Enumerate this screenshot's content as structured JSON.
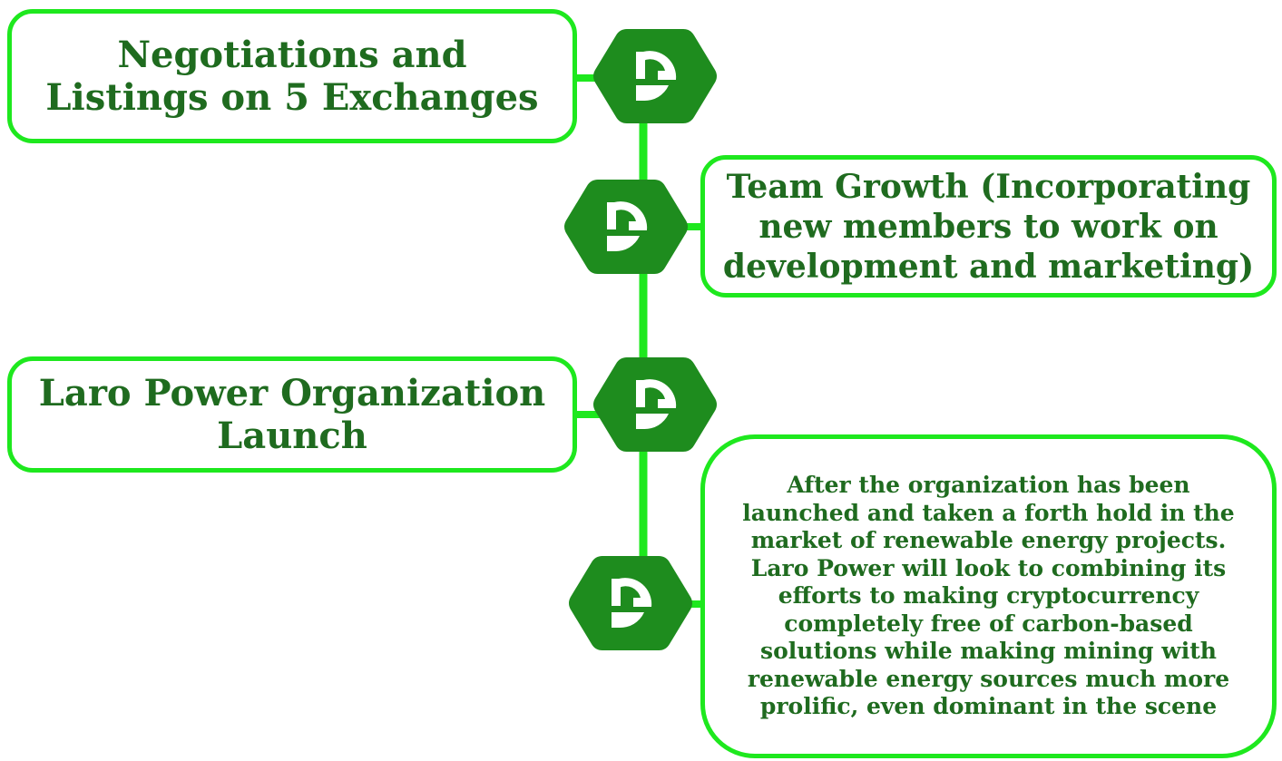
{
  "colors": {
    "line": "#1ee81e",
    "node": "#1e8c1e",
    "text": "#1f6b1f",
    "logo": "#ffffff"
  },
  "timeline": {
    "node_icon": "laro-power-logo-icon",
    "milestones": [
      {
        "text": "Negotiations and Listings on 5 Exchanges"
      },
      {
        "text": "Team Growth (Incorporating new members to work on development and marketing)"
      },
      {
        "text": "Laro Power Organization Launch"
      },
      {
        "text": "After the organization has been launched and taken a forth hold in the market of renewable energy projects. Laro Power will look to combining its efforts to making cryptocurrency completely free of carbon-based solutions while making mining with renewable energy sources much more prolific, even dominant in the scene"
      }
    ]
  }
}
